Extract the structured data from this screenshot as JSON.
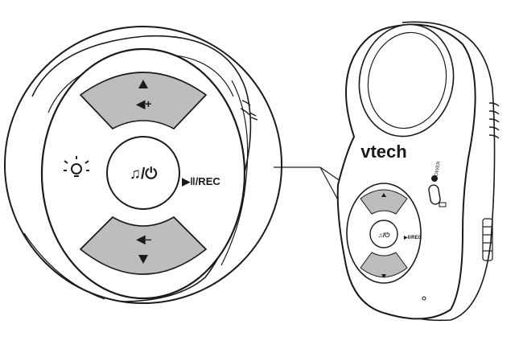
{
  "brand": "vtech",
  "zoom_keypad": {
    "center_label": "♫/⏻",
    "right_label": "▶‖/REC",
    "volume_up_label": "◀+",
    "volume_down_label": "◀–"
  },
  "device": {
    "power_label": "POWER",
    "center_label": "♫/⏻",
    "right_label": "▶‖/REC"
  },
  "colors": {
    "outline": "#1a1a1a",
    "volume_key_fill": "#bdbdbd",
    "background": "#ffffff"
  }
}
